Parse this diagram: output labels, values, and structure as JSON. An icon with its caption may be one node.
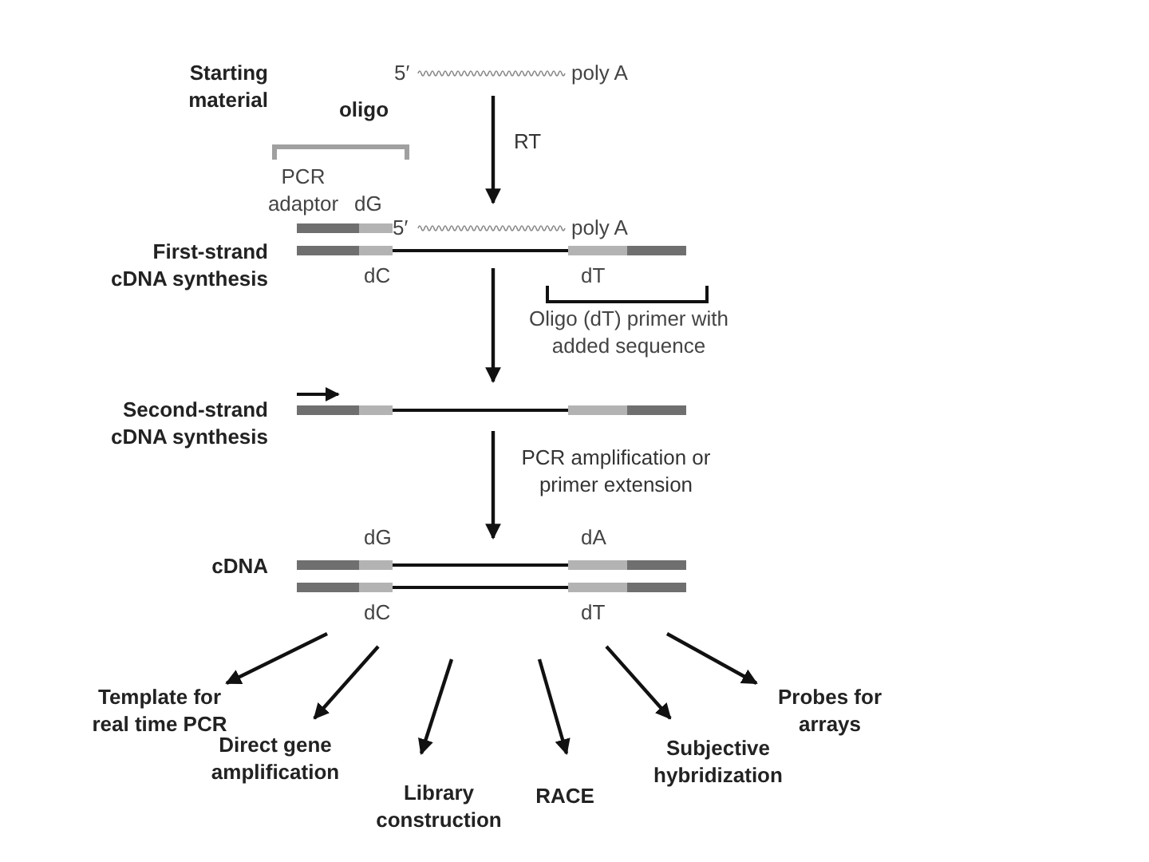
{
  "diagram": {
    "nodes": [
      {
        "text": [],
        "shape": "bar"
      },
      {
        "text": [],
        "shape": "bar"
      },
      {
        "text": [],
        "shape": "bar"
      },
      {
        "text": [],
        "shape": "bar"
      },
      {
        "text": [
          "Template for real time PCR"
        ]
      },
      {
        "text": [
          "Direct gene amplification"
        ]
      },
      {
        "text": [
          "Library construction"
        ]
      },
      {
        "text": [
          "RACE"
        ]
      },
      {
        "text": [
          "Subjective hybridization"
        ]
      },
      {
        "text": [
          "Probes for arrays"
        ]
      }
    ],
    "edges": [
      {
        "from": 0,
        "to": 1,
        "arrow": "to",
        "label": "RT"
      },
      {
        "from": 1,
        "to": 2,
        "arrow": "to"
      },
      {
        "from": 2,
        "to": 3,
        "arrow": "to",
        "label": "PCR amplification or primer extension"
      },
      {
        "from": 3,
        "to": 4,
        "arrow": "to"
      },
      {
        "from": 3,
        "to": 5,
        "arrow": "to"
      },
      {
        "from": 3,
        "to": 6,
        "arrow": "to"
      },
      {
        "from": 3,
        "to": 7,
        "arrow": "to"
      },
      {
        "from": 3,
        "to": 8,
        "arrow": "to"
      },
      {
        "from": 3,
        "to": 9,
        "arrow": "to"
      }
    ],
    "labels": [
      "Starting material",
      "5′",
      "poly A",
      "oligo",
      "PCR adaptor",
      "dG",
      "5′",
      "poly A",
      "First-strand cDNA synthesis",
      "dC",
      "dT",
      "Oligo (dT) primer with added sequence",
      "Second-strand cDNA synthesis",
      "cDNA",
      "dG",
      "dA",
      "dC",
      "dT"
    ]
  }
}
